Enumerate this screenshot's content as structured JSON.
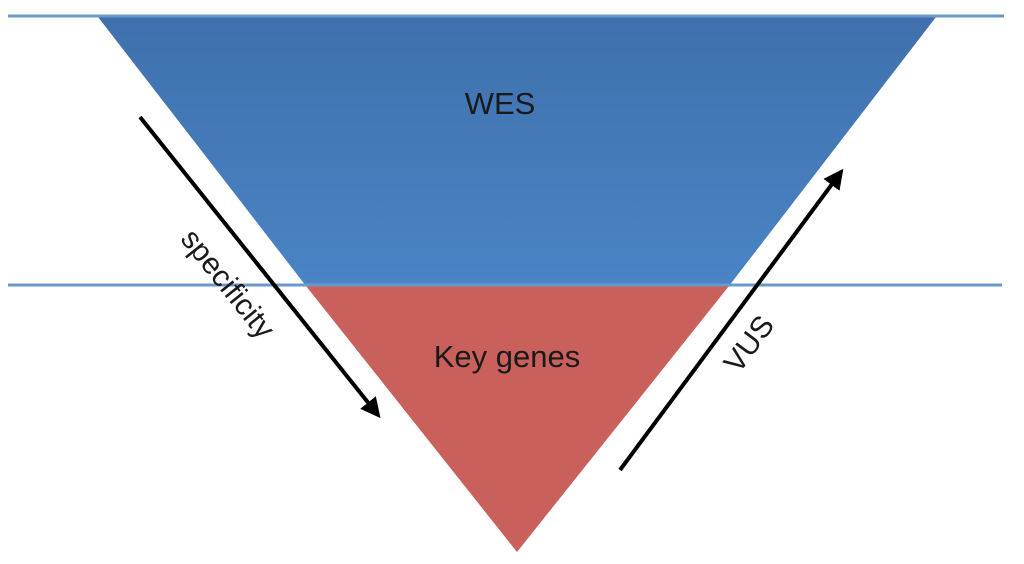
{
  "diagram": {
    "sections": [
      {
        "label": "WES",
        "color": "#4a7ebb"
      },
      {
        "label": "Key genes",
        "color": "#c9605c"
      }
    ],
    "arrows": [
      {
        "label": "specificity",
        "direction": "down"
      },
      {
        "label": "VUS",
        "direction": "up"
      }
    ],
    "line_color": "#6b98cc",
    "arrow_color": "#000000"
  }
}
